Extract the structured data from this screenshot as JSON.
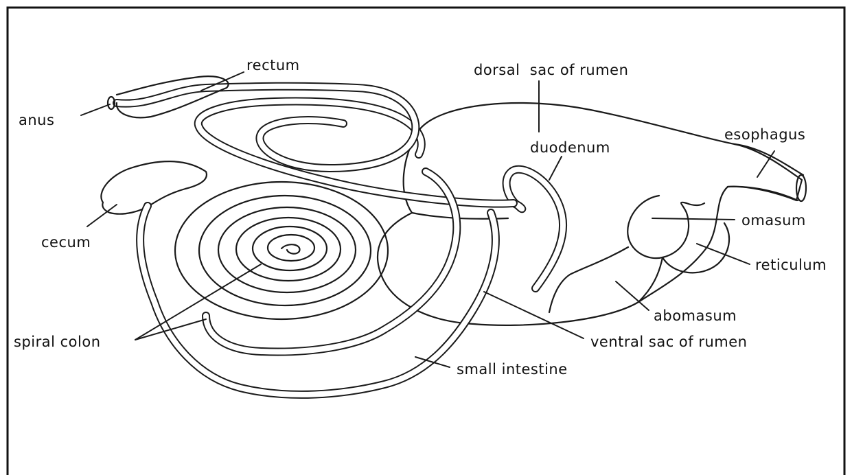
{
  "labels": {
    "rectum": "rectum",
    "anus": "anus",
    "cecum": "cecum",
    "spiral_colon": "spiral colon",
    "dorsal_sac": "dorsal  sac of rumen",
    "duodenum": "duodenum",
    "esophagus": "esophagus",
    "omasum": "omasum",
    "reticulum": "reticulum",
    "abomasum": "abomasum",
    "ventral_sac": "ventral sac of rumen",
    "small_intestine": "small intestine"
  }
}
